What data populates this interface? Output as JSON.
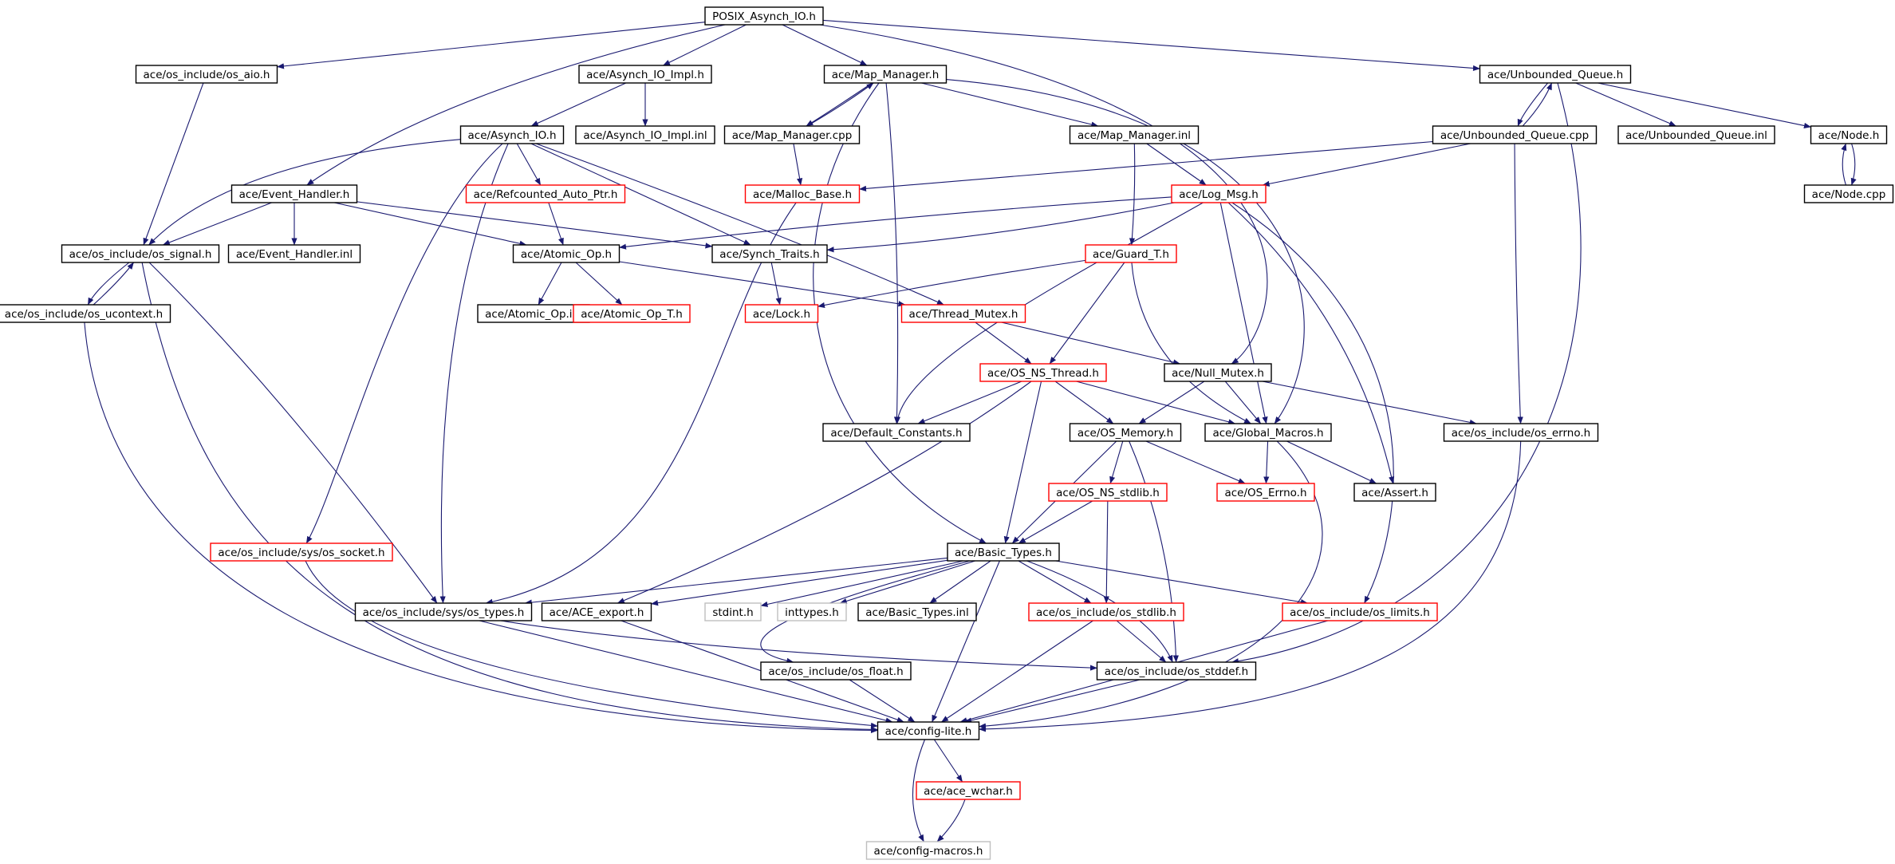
{
  "diagram": {
    "colors": {
      "edge": "#191970",
      "border_default": "#000000",
      "border_link": "#ff0000",
      "border_external": "#bfbfbf",
      "root_fill": "#bfbfbf"
    },
    "nodes": [
      {
        "id": "posix_asynch_io_h",
        "label": "POSIX_Asynch_IO.h",
        "kind": "root"
      },
      {
        "id": "os_aio_h",
        "label": "ace/os_include/os_aio.h",
        "kind": "default"
      },
      {
        "id": "asynch_io_impl_h",
        "label": "ace/Asynch_IO_Impl.h",
        "kind": "default"
      },
      {
        "id": "map_manager_h",
        "label": "ace/Map_Manager.h",
        "kind": "default"
      },
      {
        "id": "unbounded_queue_h",
        "label": "ace/Unbounded_Queue.h",
        "kind": "default"
      },
      {
        "id": "asynch_io_h",
        "label": "ace/Asynch_IO.h",
        "kind": "default"
      },
      {
        "id": "asynch_io_impl_inl",
        "label": "ace/Asynch_IO_Impl.inl",
        "kind": "default"
      },
      {
        "id": "map_manager_cpp",
        "label": "ace/Map_Manager.cpp",
        "kind": "default"
      },
      {
        "id": "map_manager_inl",
        "label": "ace/Map_Manager.inl",
        "kind": "default"
      },
      {
        "id": "unbounded_queue_cpp",
        "label": "ace/Unbounded_Queue.cpp",
        "kind": "default"
      },
      {
        "id": "unbounded_queue_inl",
        "label": "ace/Unbounded_Queue.inl",
        "kind": "default"
      },
      {
        "id": "node_h",
        "label": "ace/Node.h",
        "kind": "default"
      },
      {
        "id": "event_handler_h",
        "label": "ace/Event_Handler.h",
        "kind": "default"
      },
      {
        "id": "refcounted_auto_ptr_h",
        "label": "ace/Refcounted_Auto_Ptr.h",
        "kind": "link"
      },
      {
        "id": "malloc_base_h",
        "label": "ace/Malloc_Base.h",
        "kind": "link"
      },
      {
        "id": "log_msg_h",
        "label": "ace/Log_Msg.h",
        "kind": "link"
      },
      {
        "id": "node_cpp",
        "label": "ace/Node.cpp",
        "kind": "default"
      },
      {
        "id": "os_signal_h",
        "label": "ace/os_include/os_signal.h",
        "kind": "default"
      },
      {
        "id": "event_handler_inl",
        "label": "ace/Event_Handler.inl",
        "kind": "default"
      },
      {
        "id": "atomic_op_h",
        "label": "ace/Atomic_Op.h",
        "kind": "default"
      },
      {
        "id": "synch_traits_h",
        "label": "ace/Synch_Traits.h",
        "kind": "default"
      },
      {
        "id": "guard_t_h",
        "label": "ace/Guard_T.h",
        "kind": "link"
      },
      {
        "id": "os_ucontext_h",
        "label": "ace/os_include/os_ucontext.h",
        "kind": "default"
      },
      {
        "id": "atomic_op_inl",
        "label": "ace/Atomic_Op.inl",
        "kind": "default"
      },
      {
        "id": "atomic_op_t_h",
        "label": "ace/Atomic_Op_T.h",
        "kind": "link"
      },
      {
        "id": "lock_h",
        "label": "ace/Lock.h",
        "kind": "link"
      },
      {
        "id": "thread_mutex_h",
        "label": "ace/Thread_Mutex.h",
        "kind": "link"
      },
      {
        "id": "os_ns_thread_h",
        "label": "ace/OS_NS_Thread.h",
        "kind": "link"
      },
      {
        "id": "null_mutex_h",
        "label": "ace/Null_Mutex.h",
        "kind": "default"
      },
      {
        "id": "default_constants_h",
        "label": "ace/Default_Constants.h",
        "kind": "default"
      },
      {
        "id": "os_memory_h",
        "label": "ace/OS_Memory.h",
        "kind": "default"
      },
      {
        "id": "global_macros_h",
        "label": "ace/Global_Macros.h",
        "kind": "default"
      },
      {
        "id": "os_errno_h",
        "label": "ace/os_include/os_errno.h",
        "kind": "default"
      },
      {
        "id": "os_ns_stdlib_h",
        "label": "ace/OS_NS_stdlib.h",
        "kind": "link"
      },
      {
        "id": "ace_os_errno_h",
        "label": "ace/OS_Errno.h",
        "kind": "link"
      },
      {
        "id": "assert_h",
        "label": "ace/Assert.h",
        "kind": "default"
      },
      {
        "id": "os_socket_h",
        "label": "ace/os_include/sys/os_socket.h",
        "kind": "link"
      },
      {
        "id": "basic_types_h",
        "label": "ace/Basic_Types.h",
        "kind": "default"
      },
      {
        "id": "os_types_h",
        "label": "ace/os_include/sys/os_types.h",
        "kind": "default"
      },
      {
        "id": "ace_export_h",
        "label": "ace/ACE_export.h",
        "kind": "default"
      },
      {
        "id": "stdint_h",
        "label": "stdint.h",
        "kind": "external"
      },
      {
        "id": "inttypes_h",
        "label": "inttypes.h",
        "kind": "external"
      },
      {
        "id": "basic_types_inl",
        "label": "ace/Basic_Types.inl",
        "kind": "default"
      },
      {
        "id": "os_stdlib_h",
        "label": "ace/os_include/os_stdlib.h",
        "kind": "link"
      },
      {
        "id": "os_limits_h",
        "label": "ace/os_include/os_limits.h",
        "kind": "link"
      },
      {
        "id": "os_float_h",
        "label": "ace/os_include/os_float.h",
        "kind": "default"
      },
      {
        "id": "os_stddef_h",
        "label": "ace/os_include/os_stddef.h",
        "kind": "default"
      },
      {
        "id": "config_lite_h",
        "label": "ace/config-lite.h",
        "kind": "default"
      },
      {
        "id": "ace_wchar_h",
        "label": "ace/ace_wchar.h",
        "kind": "link"
      },
      {
        "id": "config_macros_h",
        "label": "ace/config-macros.h",
        "kind": "external"
      }
    ],
    "edges": [
      [
        "posix_asynch_io_h",
        "os_aio_h"
      ],
      [
        "posix_asynch_io_h",
        "asynch_io_impl_h"
      ],
      [
        "posix_asynch_io_h",
        "map_manager_h"
      ],
      [
        "posix_asynch_io_h",
        "unbounded_queue_h"
      ],
      [
        "posix_asynch_io_h",
        "event_handler_h"
      ],
      [
        "posix_asynch_io_h",
        "null_mutex_h"
      ],
      [
        "os_aio_h",
        "os_signal_h"
      ],
      [
        "asynch_io_impl_h",
        "asynch_io_h"
      ],
      [
        "asynch_io_impl_h",
        "asynch_io_impl_inl"
      ],
      [
        "asynch_io_h",
        "os_signal_h"
      ],
      [
        "asynch_io_h",
        "refcounted_auto_ptr_h"
      ],
      [
        "asynch_io_h",
        "synch_traits_h"
      ],
      [
        "asynch_io_h",
        "thread_mutex_h"
      ],
      [
        "asynch_io_h",
        "os_types_h"
      ],
      [
        "asynch_io_h",
        "os_socket_h"
      ],
      [
        "map_manager_h",
        "map_manager_cpp"
      ],
      [
        "map_manager_h",
        "map_manager_inl"
      ],
      [
        "map_manager_h",
        "global_macros_h"
      ],
      [
        "map_manager_h",
        "default_constants_h"
      ],
      [
        "map_manager_h",
        "basic_types_h"
      ],
      [
        "map_manager_cpp",
        "map_manager_h"
      ],
      [
        "map_manager_cpp",
        "malloc_base_h"
      ],
      [
        "map_manager_inl",
        "log_msg_h"
      ],
      [
        "map_manager_inl",
        "guard_t_h"
      ],
      [
        "unbounded_queue_h",
        "unbounded_queue_cpp"
      ],
      [
        "unbounded_queue_h",
        "unbounded_queue_inl"
      ],
      [
        "unbounded_queue_h",
        "node_h"
      ],
      [
        "unbounded_queue_h",
        "os_stddef_h"
      ],
      [
        "unbounded_queue_cpp",
        "unbounded_queue_h"
      ],
      [
        "unbounded_queue_cpp",
        "malloc_base_h"
      ],
      [
        "unbounded_queue_cpp",
        "log_msg_h"
      ],
      [
        "unbounded_queue_cpp",
        "os_errno_h"
      ],
      [
        "node_h",
        "node_cpp"
      ],
      [
        "node_cpp",
        "node_h"
      ],
      [
        "event_handler_h",
        "os_signal_h"
      ],
      [
        "event_handler_h",
        "event_handler_inl"
      ],
      [
        "event_handler_h",
        "atomic_op_h"
      ],
      [
        "event_handler_h",
        "synch_traits_h"
      ],
      [
        "refcounted_auto_ptr_h",
        "atomic_op_h"
      ],
      [
        "malloc_base_h",
        "os_types_h"
      ],
      [
        "log_msg_h",
        "atomic_op_h"
      ],
      [
        "log_msg_h",
        "synch_traits_h"
      ],
      [
        "log_msg_h",
        "default_constants_h"
      ],
      [
        "log_msg_h",
        "global_macros_h"
      ],
      [
        "log_msg_h",
        "assert_h"
      ],
      [
        "log_msg_h",
        "os_limits_h"
      ],
      [
        "os_signal_h",
        "os_ucontext_h"
      ],
      [
        "os_signal_h",
        "os_types_h"
      ],
      [
        "os_signal_h",
        "config_lite_h"
      ],
      [
        "os_ucontext_h",
        "os_signal_h"
      ],
      [
        "os_ucontext_h",
        "config_lite_h"
      ],
      [
        "atomic_op_h",
        "atomic_op_inl"
      ],
      [
        "atomic_op_h",
        "atomic_op_t_h"
      ],
      [
        "atomic_op_h",
        "thread_mutex_h"
      ],
      [
        "synch_traits_h",
        "lock_h"
      ],
      [
        "guard_t_h",
        "lock_h"
      ],
      [
        "guard_t_h",
        "os_ns_thread_h"
      ],
      [
        "guard_t_h",
        "global_macros_h"
      ],
      [
        "thread_mutex_h",
        "os_ns_thread_h"
      ],
      [
        "thread_mutex_h",
        "null_mutex_h"
      ],
      [
        "os_ns_thread_h",
        "default_constants_h"
      ],
      [
        "os_ns_thread_h",
        "os_memory_h"
      ],
      [
        "os_ns_thread_h",
        "global_macros_h"
      ],
      [
        "os_ns_thread_h",
        "basic_types_h"
      ],
      [
        "os_ns_thread_h",
        "ace_export_h"
      ],
      [
        "null_mutex_h",
        "os_memory_h"
      ],
      [
        "null_mutex_h",
        "global_macros_h"
      ],
      [
        "null_mutex_h",
        "os_errno_h"
      ],
      [
        "os_memory_h",
        "os_ns_stdlib_h"
      ],
      [
        "os_memory_h",
        "ace_os_errno_h"
      ],
      [
        "os_memory_h",
        "basic_types_h"
      ],
      [
        "os_memory_h",
        "os_stddef_h"
      ],
      [
        "global_macros_h",
        "ace_os_errno_h"
      ],
      [
        "global_macros_h",
        "assert_h"
      ],
      [
        "global_macros_h",
        "config_lite_h"
      ],
      [
        "os_errno_h",
        "config_lite_h"
      ],
      [
        "os_ns_stdlib_h",
        "basic_types_h"
      ],
      [
        "os_ns_stdlib_h",
        "os_stdlib_h"
      ],
      [
        "os_socket_h",
        "config_lite_h"
      ],
      [
        "basic_types_h",
        "os_types_h"
      ],
      [
        "basic_types_h",
        "ace_export_h"
      ],
      [
        "basic_types_h",
        "stdint_h"
      ],
      [
        "basic_types_h",
        "inttypes_h"
      ],
      [
        "basic_types_h",
        "basic_types_inl"
      ],
      [
        "basic_types_h",
        "os_stdlib_h"
      ],
      [
        "basic_types_h",
        "os_limits_h"
      ],
      [
        "basic_types_h",
        "os_float_h"
      ],
      [
        "basic_types_h",
        "os_stddef_h"
      ],
      [
        "basic_types_h",
        "config_lite_h"
      ],
      [
        "os_types_h",
        "os_stddef_h"
      ],
      [
        "os_types_h",
        "config_lite_h"
      ],
      [
        "ace_export_h",
        "config_lite_h"
      ],
      [
        "os_stdlib_h",
        "os_stddef_h"
      ],
      [
        "os_stdlib_h",
        "config_lite_h"
      ],
      [
        "os_limits_h",
        "config_lite_h"
      ],
      [
        "os_float_h",
        "config_lite_h"
      ],
      [
        "os_stddef_h",
        "config_lite_h"
      ],
      [
        "config_lite_h",
        "ace_wchar_h"
      ],
      [
        "config_lite_h",
        "config_macros_h"
      ],
      [
        "ace_wchar_h",
        "config_macros_h"
      ]
    ]
  }
}
